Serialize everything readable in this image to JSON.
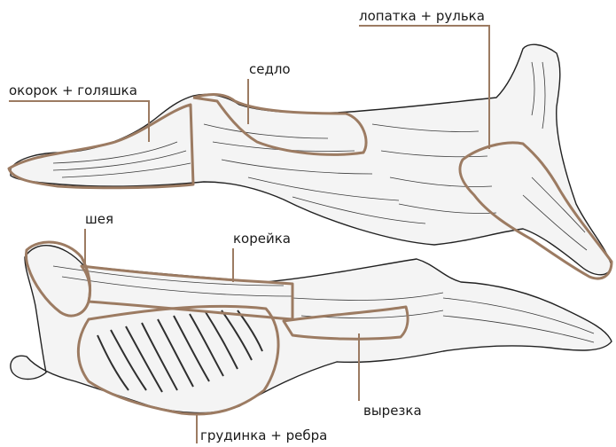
{
  "labels": {
    "okorok": "окорок + голяшка",
    "sedlo": "седло",
    "lopatka": "лопатка + рулька",
    "sheya": "шея",
    "koreyka": "корейка",
    "vyrezka": "вырезка",
    "grudinka": "грудинка + ребра"
  },
  "colors": {
    "outline": "#9c7b62",
    "sketch": "#2a2a2a",
    "fill": "#ffffff"
  },
  "icons": {
    "top": "lamb-carcass-side-view-illustration",
    "bottom": "lamb-carcass-inner-view-illustration"
  }
}
